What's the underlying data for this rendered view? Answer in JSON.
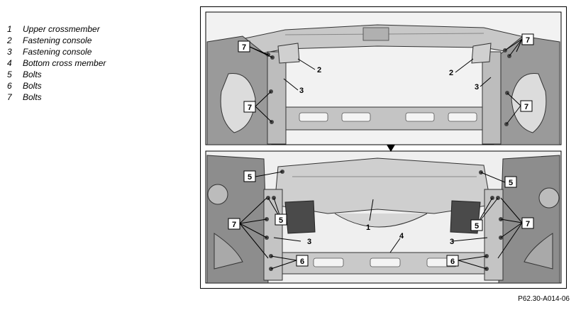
{
  "legend": [
    {
      "num": "1",
      "label": "Upper crossmember"
    },
    {
      "num": "2",
      "label": "Fastening console"
    },
    {
      "num": "3",
      "label": "Fastening console"
    },
    {
      "num": "4",
      "label": "Bottom cross member"
    },
    {
      "num": "5",
      "label": "Bolts"
    },
    {
      "num": "6",
      "label": "Bolts"
    },
    {
      "num": "7",
      "label": "Bolts"
    }
  ],
  "callouts": {
    "top_left_7": "7",
    "top_left_2": "2",
    "top_left_3": "3",
    "top_left_7b": "7",
    "top_right_7": "7",
    "top_right_2": "2",
    "top_right_3": "3",
    "top_right_7b": "7",
    "bottom_5_left": "5",
    "bottom_5_left_lower": "5",
    "bottom_5_right": "5",
    "bottom_5_right_lower": "5",
    "bottom_7_left": "7",
    "bottom_7_right": "7",
    "bottom_1": "1",
    "bottom_3_left": "3",
    "bottom_3_right": "3",
    "bottom_4": "4",
    "bottom_6_left": "6",
    "bottom_6_right": "6"
  },
  "reference": "P62.30-A014-06"
}
